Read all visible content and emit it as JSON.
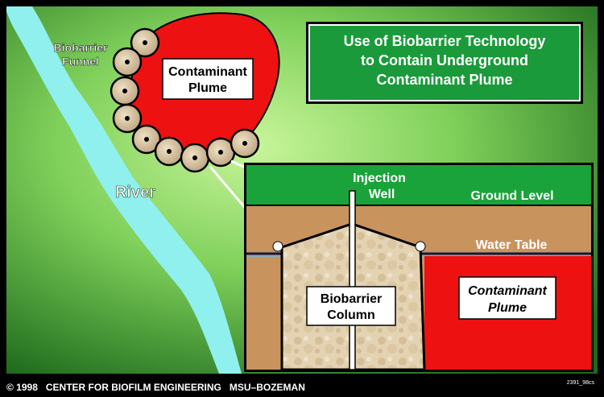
{
  "title": {
    "line1": "Use of Biobarrier Technology",
    "line2": "to Contain Underground",
    "line3": "Contaminant Plume"
  },
  "map": {
    "funnel_line1": "Biobarrier",
    "funnel_line2": "Funnel",
    "plume_line1": "Contaminant",
    "plume_line2": "Plume",
    "river": "River"
  },
  "cross_section": {
    "injection_line1": "Injection",
    "injection_line2": "Well",
    "ground_level": "Ground Level",
    "water_table": "Water Table",
    "column_line1": "Biobarrier",
    "column_line2": "Column",
    "plume_line1": "Contaminant",
    "plume_line2": "Plume"
  },
  "footer": {
    "credit": "© 1998   CENTER FOR BIOFILM ENGINEERING   MSU–BOZEMAN",
    "code": "2391_98cs"
  },
  "colors": {
    "background_center": "#b8ec88",
    "background_edge": "#1e6e1e",
    "river": "#8ff0ee",
    "plume": "#ee1111",
    "ground": "#1aa33a",
    "soil": "#c9935e",
    "biobarrier": "#e6d6b6",
    "title_box": "#1a9a3a"
  }
}
